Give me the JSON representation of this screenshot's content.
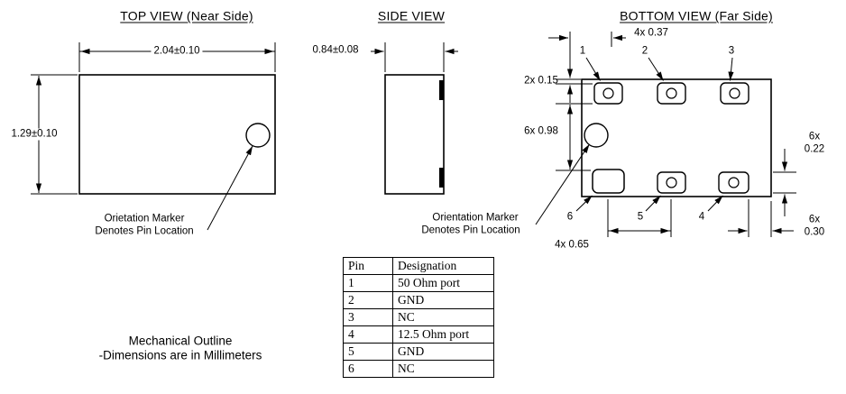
{
  "colors": {
    "ink": "#000000",
    "paper": "#ffffff"
  },
  "top_view": {
    "title": "TOP VIEW (Near Side)",
    "width_dim": "2.04±0.10",
    "height_dim": "1.29±0.10",
    "marker_note": {
      "line1": "Orietation Marker",
      "line2": "Denotes Pin Location"
    }
  },
  "side_view": {
    "title": "SIDE VIEW",
    "thickness_dim": "0.84±0.08"
  },
  "bottom_view": {
    "title": "BOTTOM VIEW (Far Side)",
    "dims": {
      "pad_gap": "4x 0.37",
      "edge_offset": "2x 0.15",
      "row_spacing": "6x 0.98",
      "pad_height_qty": "6x",
      "pad_height_val": "0.22",
      "pad_width_qty": "6x",
      "pad_width_val": "0.30",
      "pad_pitch": "4x 0.65"
    },
    "pin_labels": {
      "p1": "1",
      "p2": "2",
      "p3": "3",
      "p4": "4",
      "p5": "5",
      "p6": "6"
    },
    "marker_note": {
      "line1": "Orientation Marker",
      "line2": "Denotes Pin Location"
    }
  },
  "pin_table": {
    "headers": [
      "Pin",
      "Designation"
    ],
    "rows": [
      [
        "1",
        "50 Ohm port"
      ],
      [
        "2",
        "GND"
      ],
      [
        "3",
        "NC"
      ],
      [
        "4",
        "12.5 Ohm port"
      ],
      [
        "5",
        "GND"
      ],
      [
        "6",
        "NC"
      ]
    ]
  },
  "footer": {
    "line1": "Mechanical Outline",
    "line2": "-Dimensions are in Millimeters"
  }
}
